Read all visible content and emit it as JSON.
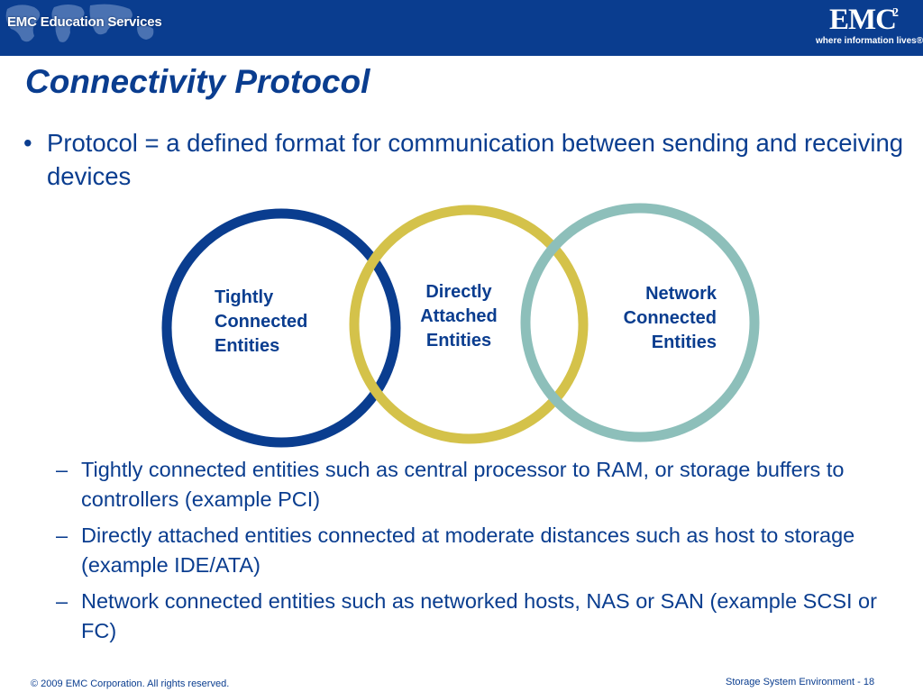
{
  "header": {
    "left_brand": "EMC Education Services",
    "logo_word": "EMC",
    "logo_superscript": "2",
    "logo_tagline": "where information lives®"
  },
  "slide": {
    "title": "Connectivity Protocol",
    "bullet_marker": "•",
    "bullet_text": "Protocol = a defined format for communication between sending and receiving devices",
    "venn": {
      "tight": {
        "line1": "Tightly",
        "line2": "Connected",
        "line3": "Entities",
        "color": "#0a3d8f"
      },
      "direct": {
        "line1": "Directly",
        "line2": "Attached",
        "line3": "Entities",
        "color": "#d4c24a"
      },
      "network": {
        "line1": "Network",
        "line2": "Connected",
        "line3": "Entities",
        "color": "#8dbfba"
      }
    },
    "sub_marker": "–",
    "sub_items": [
      "Tightly connected entities such as central processor to RAM, or storage buffers to controllers (example PCI)",
      "Directly attached entities connected at moderate distances such as host to storage (example IDE/ATA)",
      "Network connected entities such as networked hosts, NAS or SAN (example SCSI or FC)"
    ]
  },
  "footer": {
    "copyright": "© 2009 EMC Corporation. All rights reserved.",
    "section": "Storage System Environment",
    "page": "- 18"
  },
  "colors": {
    "brand_blue": "#0a3d8f",
    "ring_yellow": "#d4c24a",
    "ring_teal": "#8dbfba"
  }
}
